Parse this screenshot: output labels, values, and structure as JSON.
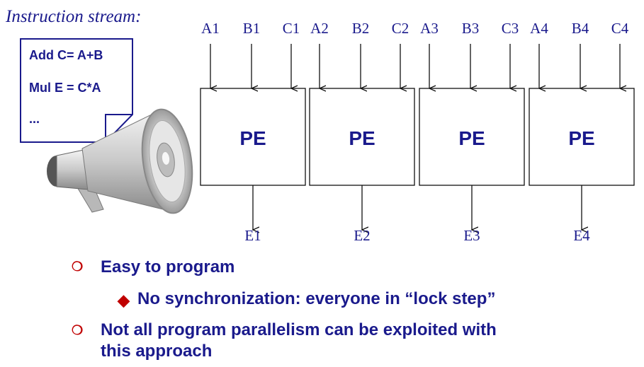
{
  "title": "Instruction stream:",
  "instructions": [
    "Add C= A+B",
    "Mul E = C*A",
    "..."
  ],
  "pe_label": "PE",
  "pes": [
    {
      "inputs": [
        "A1",
        "B1",
        "C1"
      ],
      "output": "E1"
    },
    {
      "inputs": [
        "A2",
        "B2",
        "C2"
      ],
      "output": "E2"
    },
    {
      "inputs": [
        "A3",
        "B3",
        "C3"
      ],
      "output": "E3"
    },
    {
      "inputs": [
        "A4",
        "B4",
        "C4"
      ],
      "output": "E4"
    }
  ],
  "bullets": [
    {
      "marker": "❍",
      "text": "Easy to program"
    },
    {
      "marker": "◆",
      "text": "No synchronization: everyone in “lock step”"
    },
    {
      "marker": "❍",
      "text": "Not all program parallelism can be exploited with",
      "text2": "this approach"
    }
  ],
  "colors": {
    "text": "#1a1a8c",
    "accent": "#c00000",
    "line": "#111111"
  }
}
